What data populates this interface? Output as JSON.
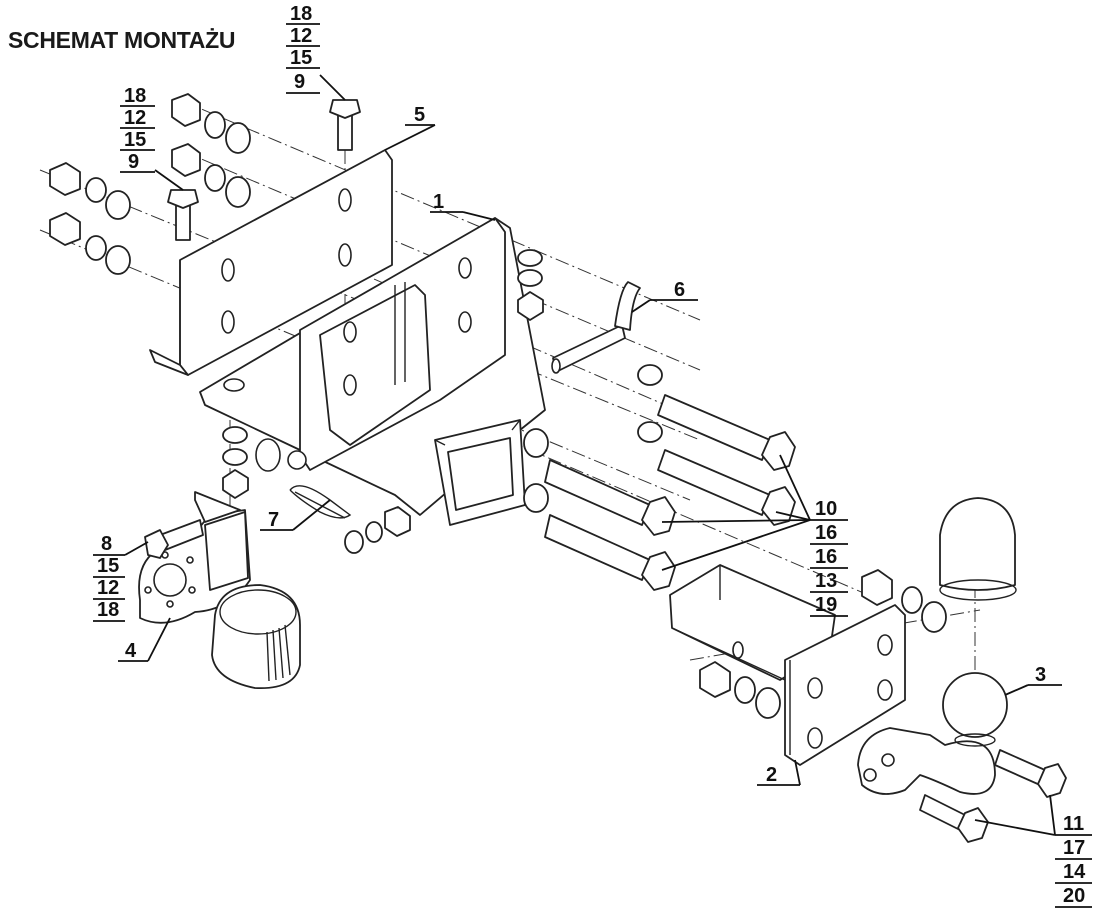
{
  "title": "SCHEMAT MONTAŻU",
  "callouts": {
    "part_1": "1",
    "part_2": "2",
    "part_3": "3",
    "part_4": "4",
    "part_5": "5",
    "part_6": "6",
    "part_7": "7"
  },
  "stacks": {
    "top_bolt": [
      "18",
      "12",
      "15",
      "9"
    ],
    "left_bolt": [
      "18",
      "12",
      "15",
      "9"
    ],
    "socket_bolt": [
      "8",
      "15",
      "12",
      "18"
    ],
    "main_bolts": [
      "10",
      "16",
      "16",
      "13",
      "19"
    ],
    "ball_bolts": [
      "11",
      "17",
      "14",
      "20"
    ]
  }
}
